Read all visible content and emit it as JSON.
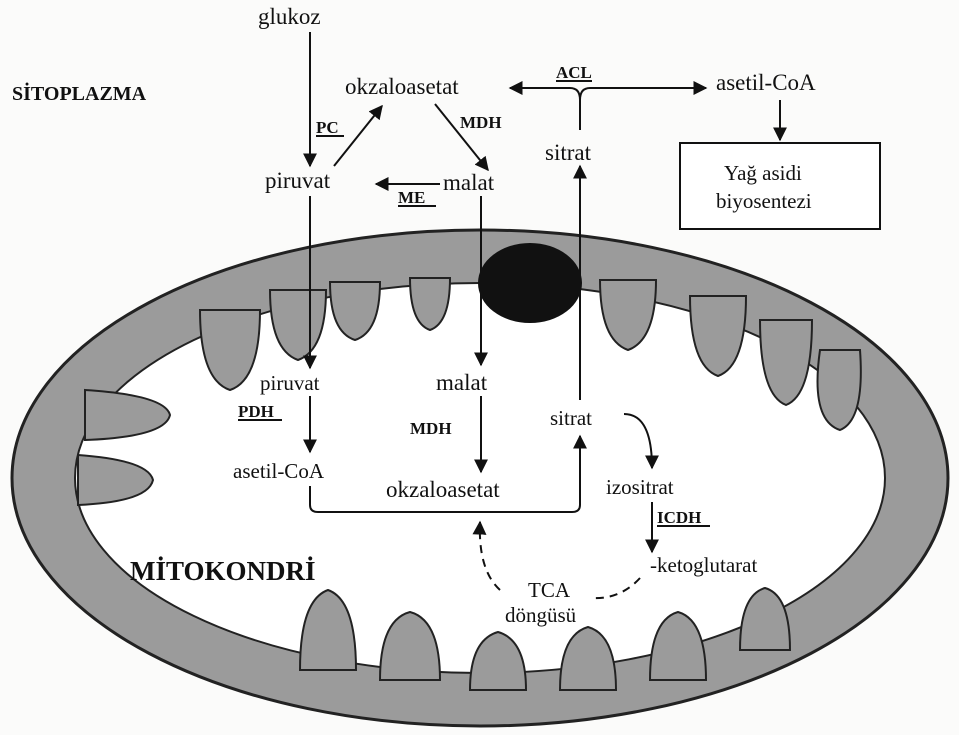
{
  "regions": {
    "cytoplasm": "SİTOPLAZMA",
    "mitochondrion": "MİTOKONDRİ"
  },
  "metabolites": {
    "glukoz": "glukoz",
    "okzaloasetat_cyto": "okzaloasetat",
    "asetil_coa_cyto": "asetil-CoA",
    "sitrat_cyto": "sitrat",
    "piruvat_cyto": "piruvat",
    "malat_cyto": "malat",
    "piruvat_mito": "piruvat",
    "malat_mito": "malat",
    "sitrat_mito": "sitrat",
    "asetil_coa_mito": "asetil-CoA",
    "okzaloasetat_mito": "okzaloasetat",
    "izositrat": "izositrat",
    "ketoglutarat": "-ketoglutarat",
    "tca_line1": "TCA",
    "tca_line2": "döngüsü"
  },
  "enzymes": {
    "acl": "ACL",
    "pc": "PC",
    "mdh_cyto": "MDH",
    "me": "ME",
    "pdh": "PDH",
    "mdh_mito": "MDH",
    "icdh": "ICDH"
  },
  "box": {
    "line1": "Yağ asidi",
    "line2": "biyosentezi"
  }
}
